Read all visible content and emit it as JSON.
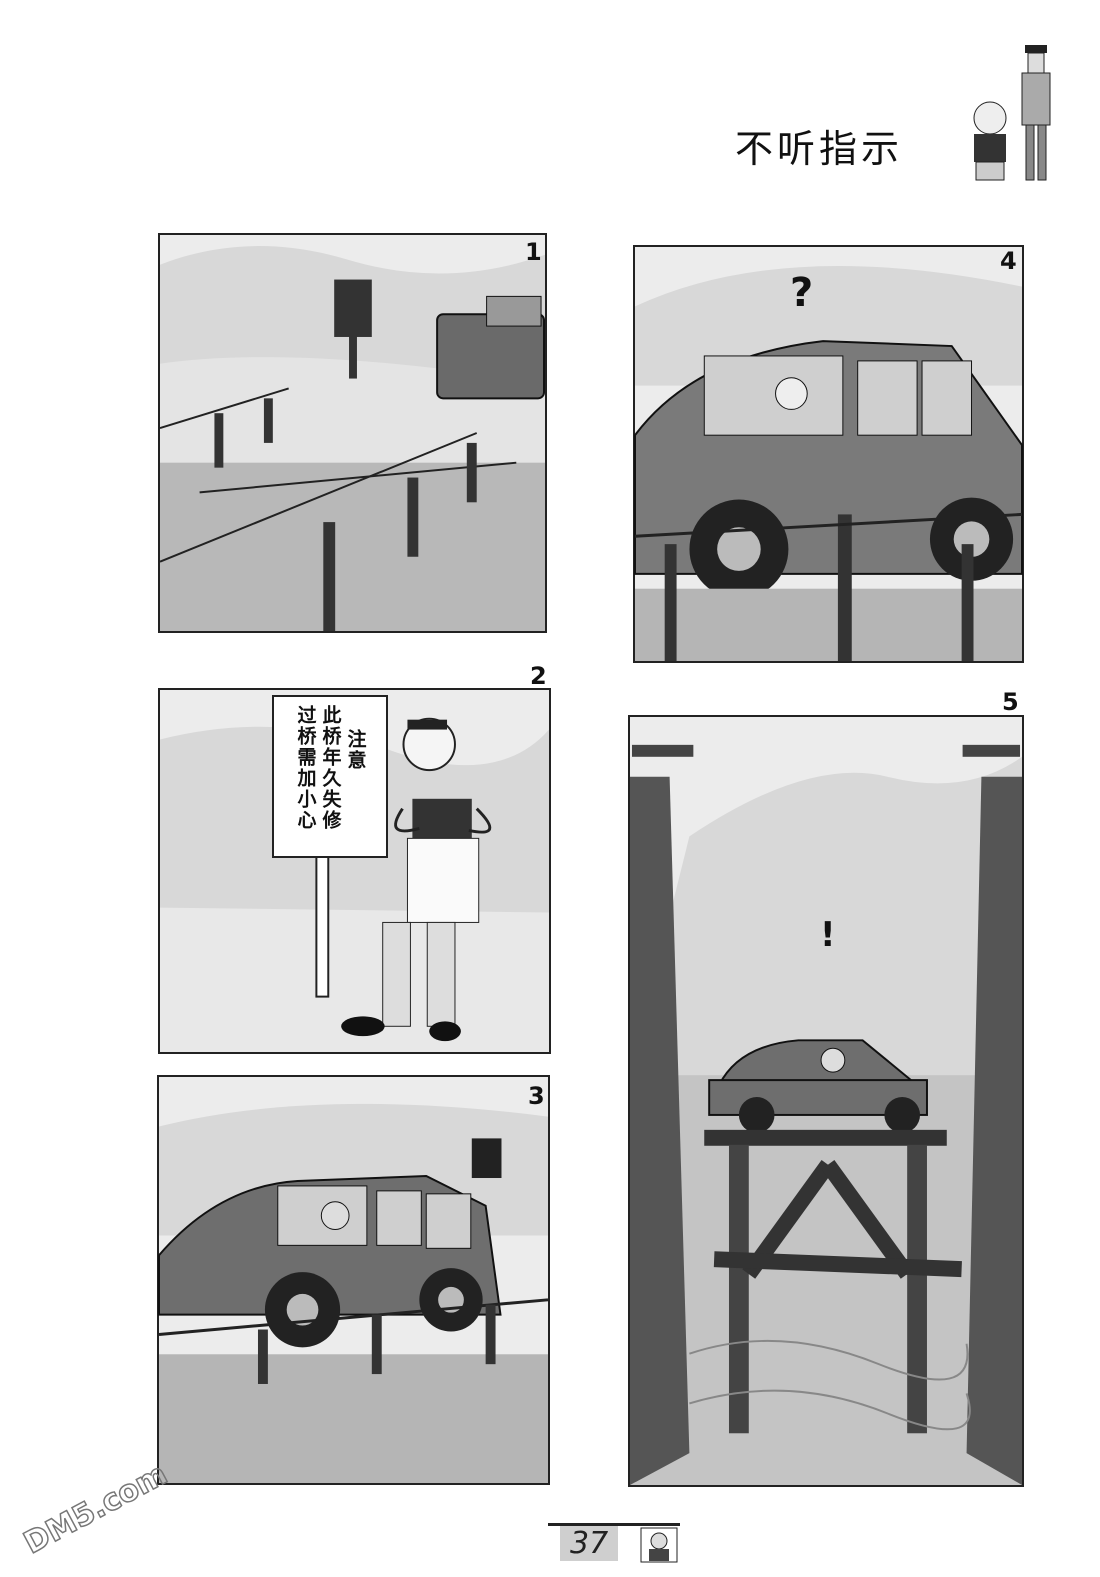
{
  "title": "不听指示",
  "panels": [
    {
      "number": "1"
    },
    {
      "number": "2"
    },
    {
      "number": "3"
    },
    {
      "number": "4"
    },
    {
      "number": "5"
    }
  ],
  "sign": {
    "heading": "注意",
    "line1": "此桥年久失修",
    "line2": "过桥需加小心"
  },
  "bubbles": {
    "question": "?",
    "exclaim": "!"
  },
  "page_number": "37",
  "watermark": "DM5.com",
  "colors": {
    "ink": "#111111",
    "paper": "#f3f3f3",
    "shade": "#9a9a9a"
  },
  "icons": [
    "mascot-figures-icon",
    "footer-face-icon",
    "watermark-logo-icon"
  ]
}
